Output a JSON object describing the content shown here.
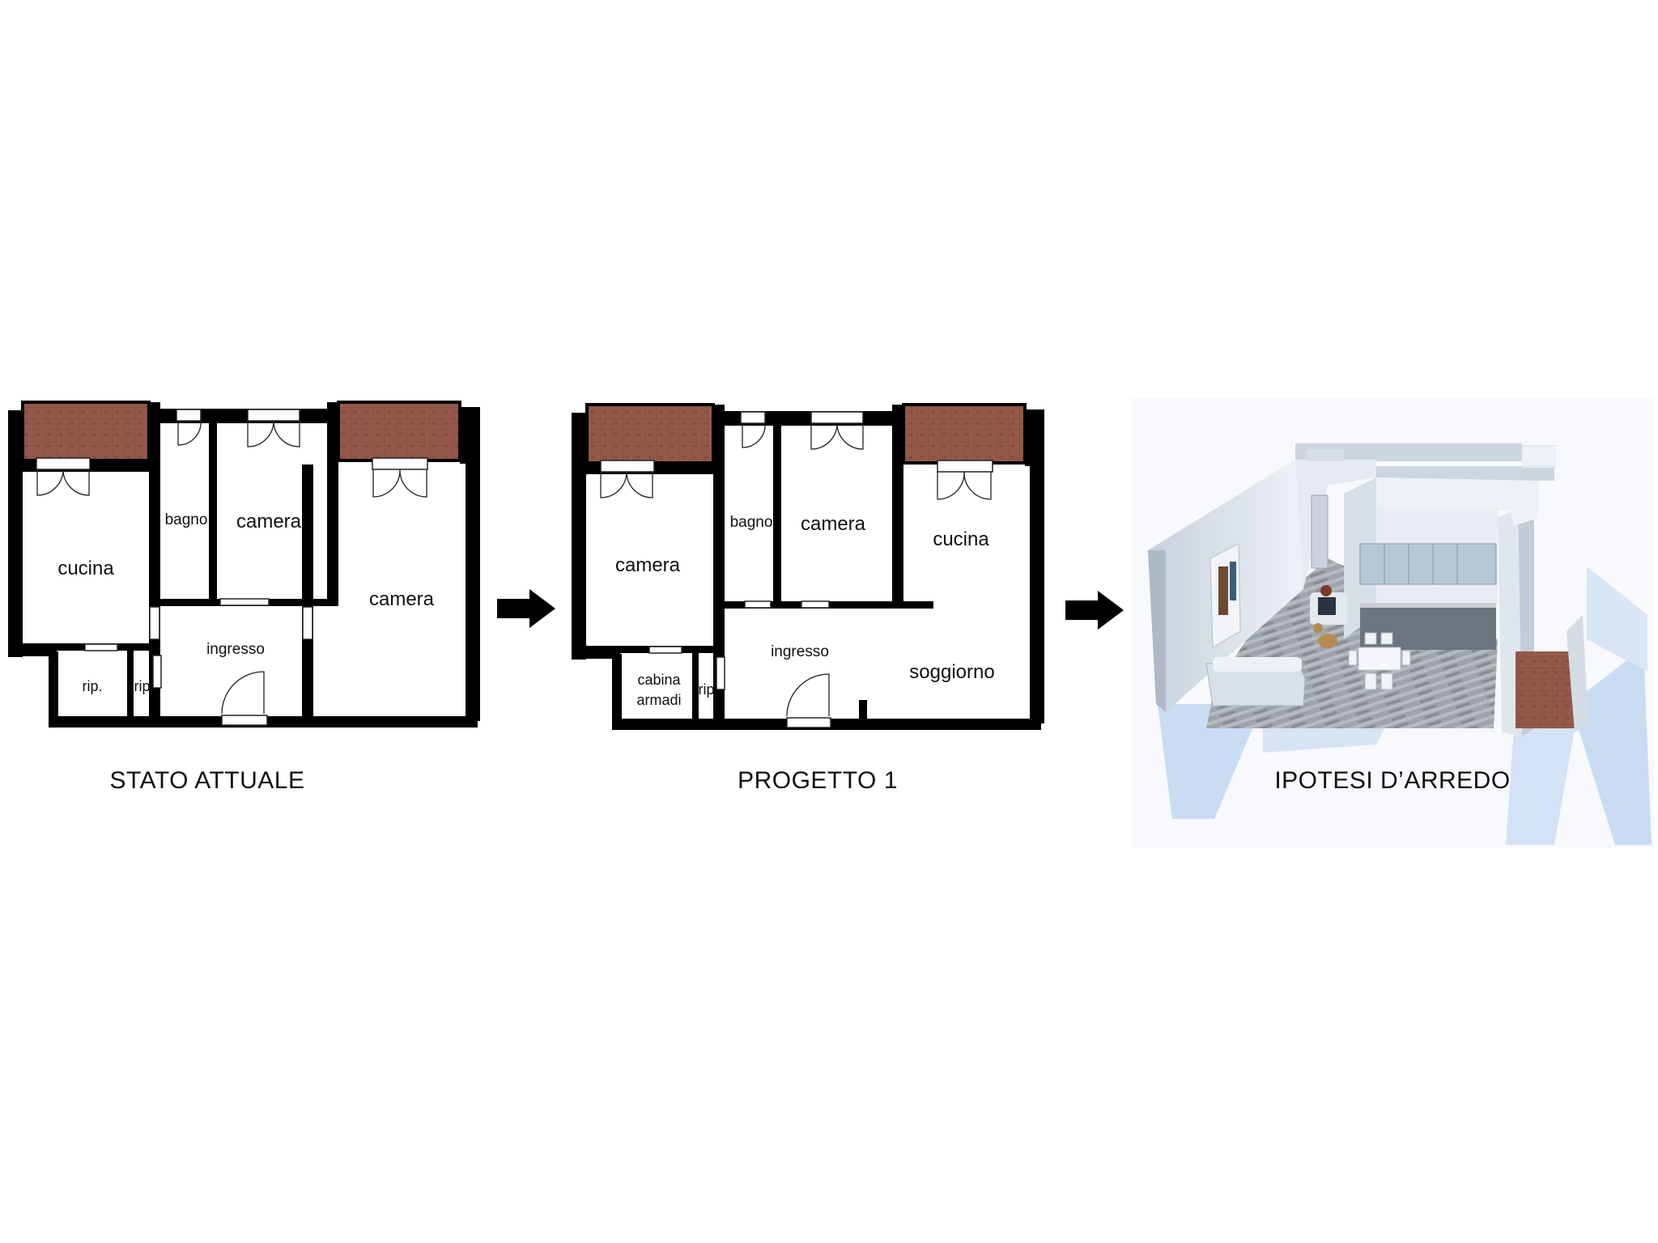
{
  "plans": {
    "current": {
      "caption": "STATO ATTUALE",
      "rooms": {
        "cucina": "cucina",
        "bagno": "bagno",
        "camera1": "camera",
        "camera2": "camera",
        "ingresso": "ingresso",
        "rip1": "rip.",
        "rip2": "rip."
      }
    },
    "project": {
      "caption": "PROGETTO 1",
      "rooms": {
        "camera1": "camera",
        "bagno": "bagno",
        "camera2": "camera",
        "cucina": "cucina",
        "ingresso": "ingresso",
        "soggiorno": "soggiorno",
        "cabina_line1": "cabina",
        "cabina_line2": "armadi",
        "rip": "rip."
      }
    },
    "render": {
      "caption": "IPOTESI D’ARREDO"
    }
  },
  "colors": {
    "balcony": "#8a5040",
    "wall": "#000000",
    "render_wall": "#dfe6ef",
    "render_shadow": "#c9dcf2",
    "render_floor": "#9aa1a7"
  },
  "icons": [
    "arrow-right-icon",
    "arrow-right-icon"
  ]
}
